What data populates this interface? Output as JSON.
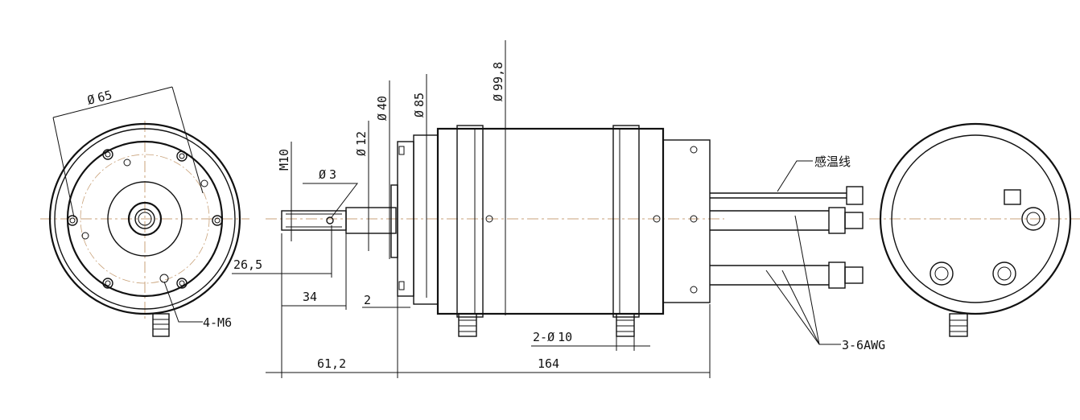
{
  "labels": {
    "phi_symbol": "Ø",
    "d65": "65",
    "d40": "40",
    "d85": "85",
    "d99_8": "99,8",
    "d12": "12",
    "d3": "3",
    "m10": "M10",
    "len_26_5": "26,5",
    "len_34": "34",
    "len_2": "2",
    "len_61_2": "61,2",
    "len_164": "164",
    "hole_2x10_prefix": "2-",
    "hole_2x10_value": "10",
    "mount_holes": "4-M6",
    "temp_wire": "感温线",
    "power_wire": "3-6AWG"
  }
}
